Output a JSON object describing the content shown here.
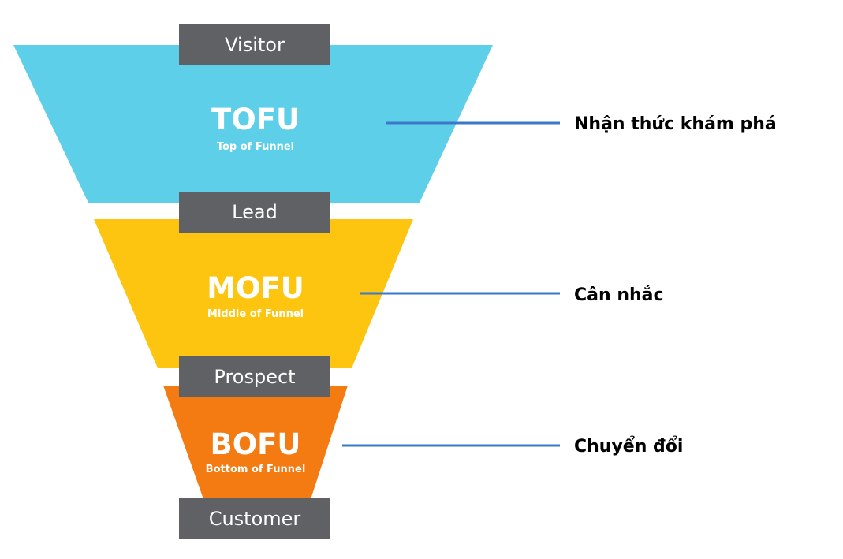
{
  "funnel": {
    "stages": [
      {
        "key": "tofu",
        "title": "TOFU",
        "subtitle": "Top of Funnel",
        "color": "#5ECFE8",
        "outcome": "Nhận thức khám phá",
        "line_color": "#3B78C9"
      },
      {
        "key": "mofu",
        "title": "MOFU",
        "subtitle": "Middle of Funnel",
        "color": "#FDC50F",
        "outcome": "Cân nhắc",
        "line_color": "#3B78C9"
      },
      {
        "key": "bofu",
        "title": "BOFU",
        "subtitle": "Bottom of Funnel",
        "color": "#F47A12",
        "outcome": "Chuyển đổi",
        "line_color": "#3B78C9"
      }
    ],
    "gates": [
      {
        "key": "visitor",
        "label": "Visitor"
      },
      {
        "key": "lead",
        "label": "Lead"
      },
      {
        "key": "prospect",
        "label": "Prospect"
      },
      {
        "key": "customer",
        "label": "Customer"
      }
    ],
    "gate_color": "#5F6164"
  }
}
